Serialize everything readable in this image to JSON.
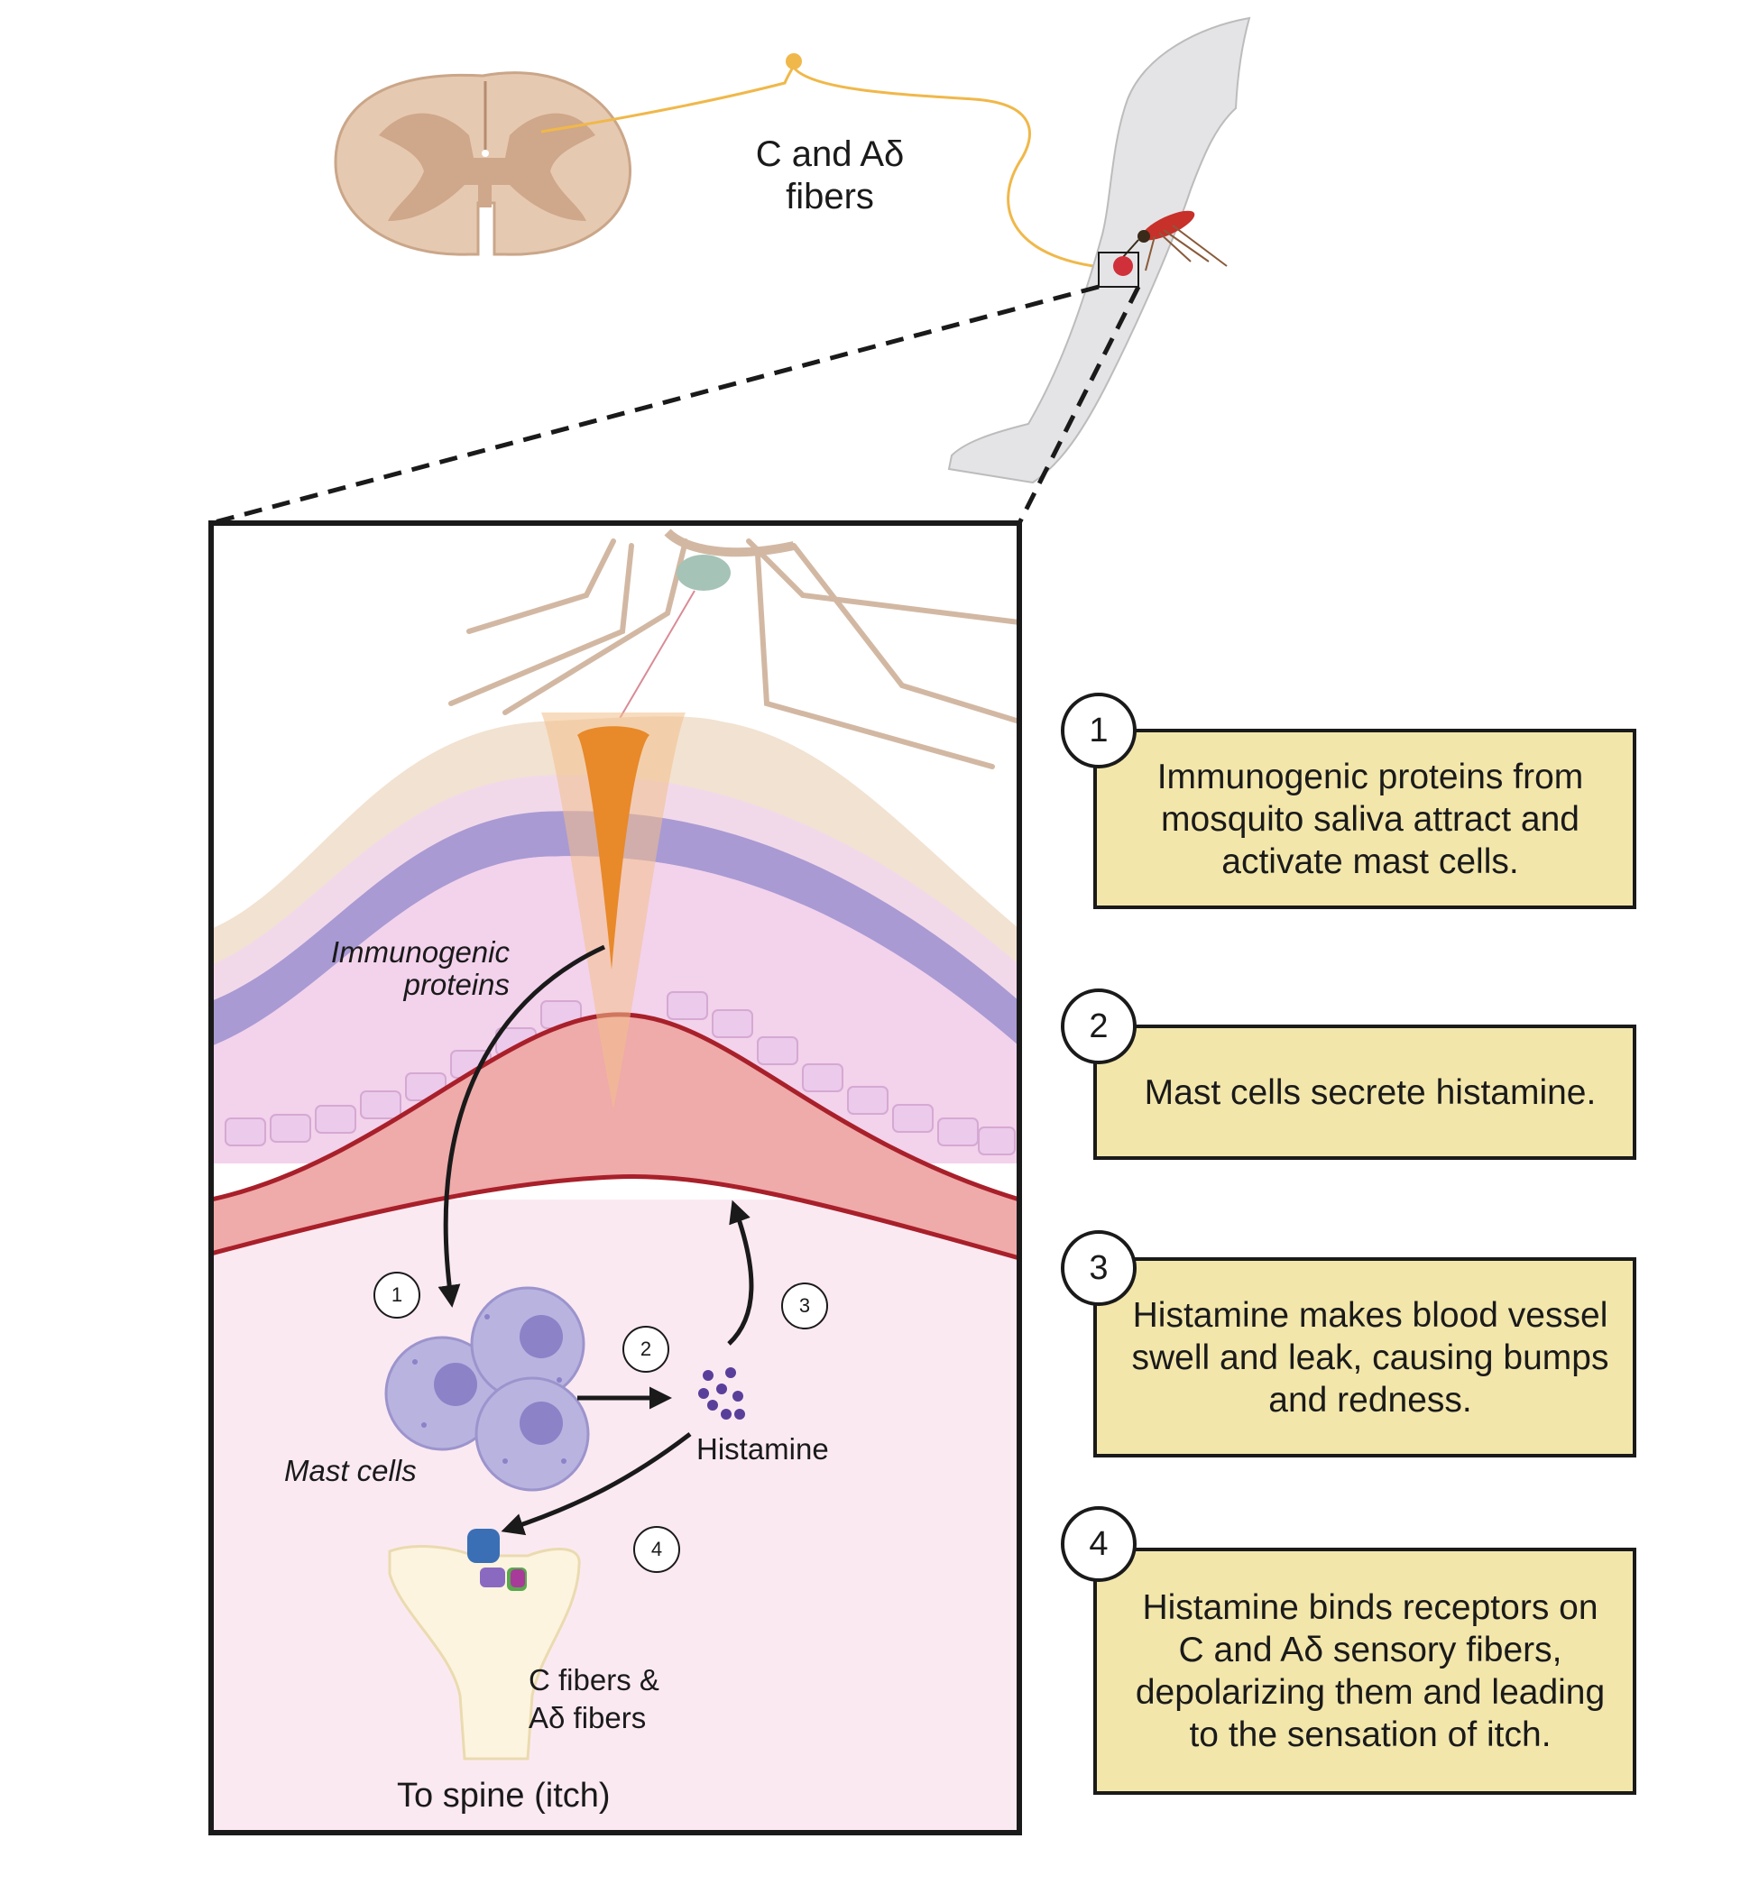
{
  "top": {
    "fiber_label_line1": "C and Aδ",
    "fiber_label_line2": "fibers"
  },
  "diagram": {
    "immunogenic_line1": "Immunogenic",
    "immunogenic_line2": "proteins",
    "mast_cells": "Mast cells",
    "histamine": "Histamine",
    "fibers_line1": "C fibers &",
    "fibers_line2": "Aδ fibers",
    "to_spine": "To spine (itch)",
    "markers": [
      "1",
      "2",
      "3",
      "4"
    ]
  },
  "steps": [
    {
      "number": "1",
      "text": "Immunogenic proteins from mosquito saliva attract and activate mast cells."
    },
    {
      "number": "2",
      "text": "Mast cells secrete histamine."
    },
    {
      "number": "3",
      "text": "Histamine makes blood vessel swell and leak, causing bumps and redness."
    },
    {
      "number": "4",
      "text": "Histamine binds receptors on C and Aδ sensory fibers, depolarizing them and leading to the sensation of itch."
    }
  ],
  "colors": {
    "step_box": "#f2e6ab",
    "fiber_line": "#f0b84a",
    "saliva": "#e8892a",
    "blood_vessel": "#efaaaa",
    "vessel_border": "#a8202a",
    "mast_cell": "#b9b3e0",
    "histamine_dots": "#5a3f9a",
    "dermis": "#fbe9f2"
  }
}
